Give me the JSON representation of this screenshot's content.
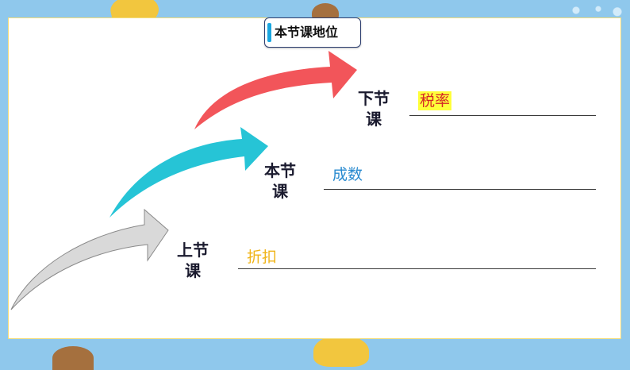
{
  "title": "本节课地位",
  "lessons": {
    "next": {
      "label_line1": "下节",
      "label_line2": "课",
      "topic": "税率"
    },
    "this": {
      "label_line1": "本节",
      "label_line2": "课",
      "topic": "成数"
    },
    "prev": {
      "label_line1": "上节",
      "label_line2": "课",
      "topic": "折扣"
    }
  },
  "colors": {
    "arrow_next": "#f2555a",
    "arrow_this": "#26c4d6",
    "arrow_prev": "#d9d9d9",
    "topic_next": "#d52626",
    "topic_next_highlight": "#ffff3a",
    "topic_this": "#2a8bd0",
    "topic_prev": "#f0b419"
  }
}
